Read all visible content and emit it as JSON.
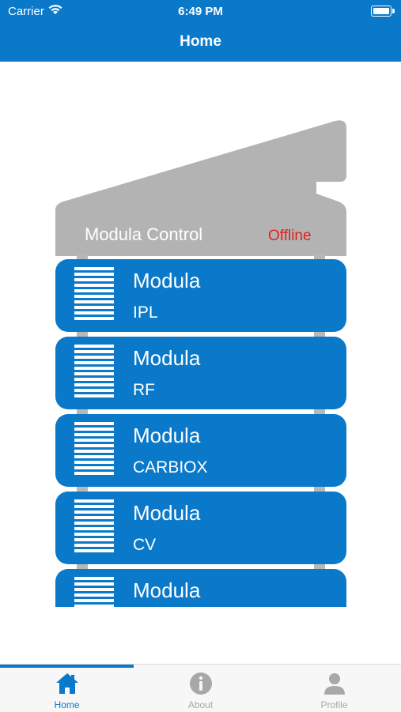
{
  "status_bar": {
    "carrier": "Carrier",
    "time": "6:49 PM"
  },
  "nav": {
    "title": "Home"
  },
  "control": {
    "label": "Modula Control",
    "status": "Offline"
  },
  "modules": [
    {
      "title": "Modula",
      "subtitle": "IPL"
    },
    {
      "title": "Modula",
      "subtitle": "RF"
    },
    {
      "title": "Modula",
      "subtitle": "CARBIOX"
    },
    {
      "title": "Modula",
      "subtitle": "CV"
    },
    {
      "title": "Modula",
      "subtitle": ""
    }
  ],
  "tabs": [
    {
      "label": "Home",
      "icon": "home-icon",
      "active": true
    },
    {
      "label": "About",
      "icon": "info-icon",
      "active": false
    },
    {
      "label": "Profile",
      "icon": "profile-icon",
      "active": false
    }
  ],
  "colors": {
    "primary": "#0a79c9",
    "control_gray": "#b3b3b3",
    "offline_red": "#e02020",
    "inactive_tab": "#a8a8a8"
  }
}
